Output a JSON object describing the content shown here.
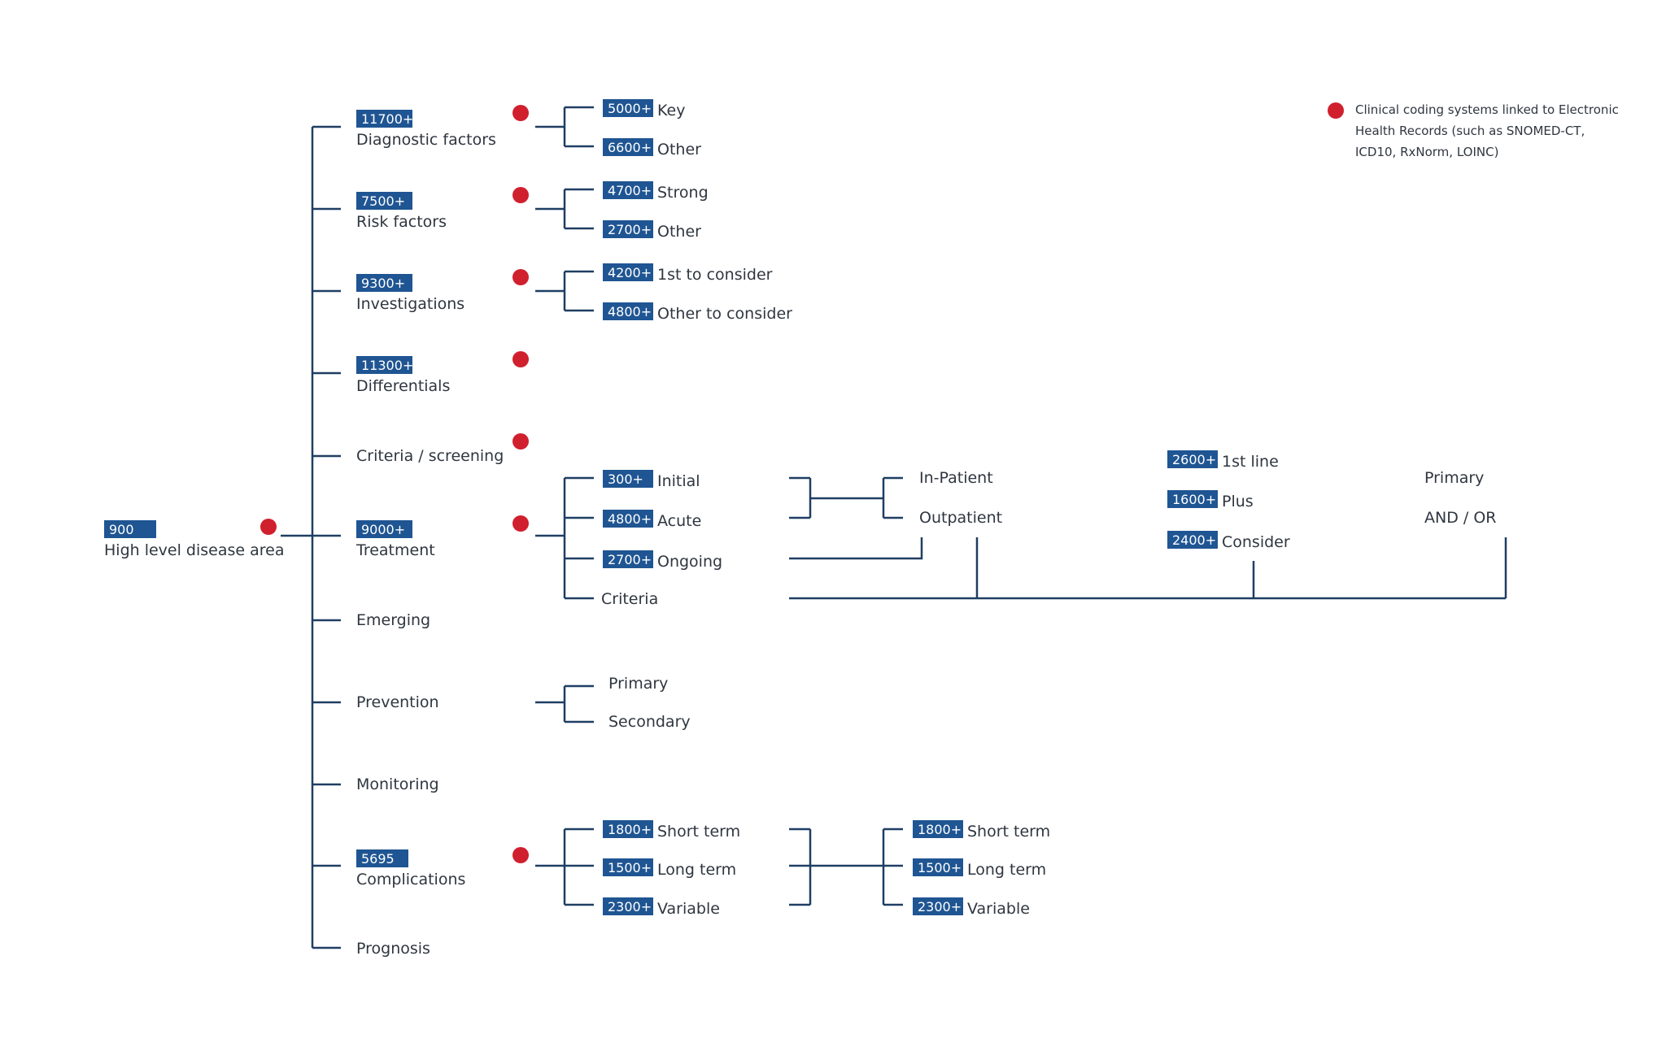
{
  "colors": {
    "line": "#1f3e63",
    "badge": "#1f5592",
    "dot": "#d0202e",
    "text": "#2f3640"
  },
  "root": {
    "count": "900",
    "label": "High level disease area"
  },
  "categories": [
    {
      "count": "11700+",
      "label": "Diagnostic factors"
    },
    {
      "count": "7500+",
      "label": "Risk factors"
    },
    {
      "count": "9300+",
      "label": "Investigations"
    },
    {
      "count": "11300+",
      "label": "Differentials"
    },
    {
      "count": "",
      "label": "Criteria / screening"
    },
    {
      "count": "9000+",
      "label": "Treatment"
    },
    {
      "count": "",
      "label": "Emerging"
    },
    {
      "count": "",
      "label": "Prevention"
    },
    {
      "count": "",
      "label": "Monitoring"
    },
    {
      "count": "5695",
      "label": "Complications"
    },
    {
      "count": "",
      "label": "Prognosis"
    }
  ],
  "diagnostic": [
    {
      "count": "5000+",
      "label": "Key"
    },
    {
      "count": "6600+",
      "label": "Other"
    }
  ],
  "risk": [
    {
      "count": "4700+",
      "label": "Strong"
    },
    {
      "count": "2700+",
      "label": "Other"
    }
  ],
  "investigations": [
    {
      "count": "4200+",
      "label": "1st to consider"
    },
    {
      "count": "4800+",
      "label": "Other to consider"
    }
  ],
  "treatment": [
    {
      "count": "300+",
      "label": "Initial"
    },
    {
      "count": "4800+",
      "label": "Acute"
    },
    {
      "count": "2700+",
      "label": "Ongoing"
    },
    {
      "count": "",
      "label": "Criteria"
    }
  ],
  "setting": [
    {
      "label": "In-Patient"
    },
    {
      "label": "Outpatient"
    }
  ],
  "lines": [
    {
      "count": "2600+",
      "label": "1st line"
    },
    {
      "count": "1600+",
      "label": "Plus"
    },
    {
      "count": "2400+",
      "label": "Consider"
    }
  ],
  "primary": [
    {
      "label": "Primary"
    },
    {
      "label": "AND / OR"
    }
  ],
  "prevention": [
    {
      "label": "Primary"
    },
    {
      "label": "Secondary"
    }
  ],
  "complications_a": [
    {
      "count": "1800+",
      "label": "Short term"
    },
    {
      "count": "1500+",
      "label": "Long term"
    },
    {
      "count": "2300+",
      "label": "Variable"
    }
  ],
  "complications_b": [
    {
      "count": "1800+",
      "label": "Short term"
    },
    {
      "count": "1500+",
      "label": "Long term"
    },
    {
      "count": "2300+",
      "label": "Variable"
    }
  ],
  "legend": {
    "text": "Clinical coding systems linked to Electronic Health Records (such as SNOMED-CT, ICD10, RxNorm, LOINC)"
  }
}
